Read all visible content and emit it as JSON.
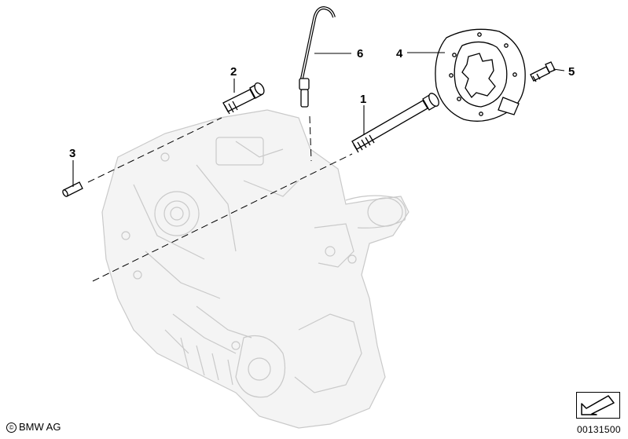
{
  "callouts": {
    "c1": "1",
    "c2": "2",
    "c3": "3",
    "c4": "4",
    "c5": "5",
    "c6": "6"
  },
  "footer": {
    "copyright": "BMW AG",
    "copyright_symbol": "©",
    "ref_code": "00131500"
  },
  "icons": {
    "nav": "arrow-icon"
  }
}
